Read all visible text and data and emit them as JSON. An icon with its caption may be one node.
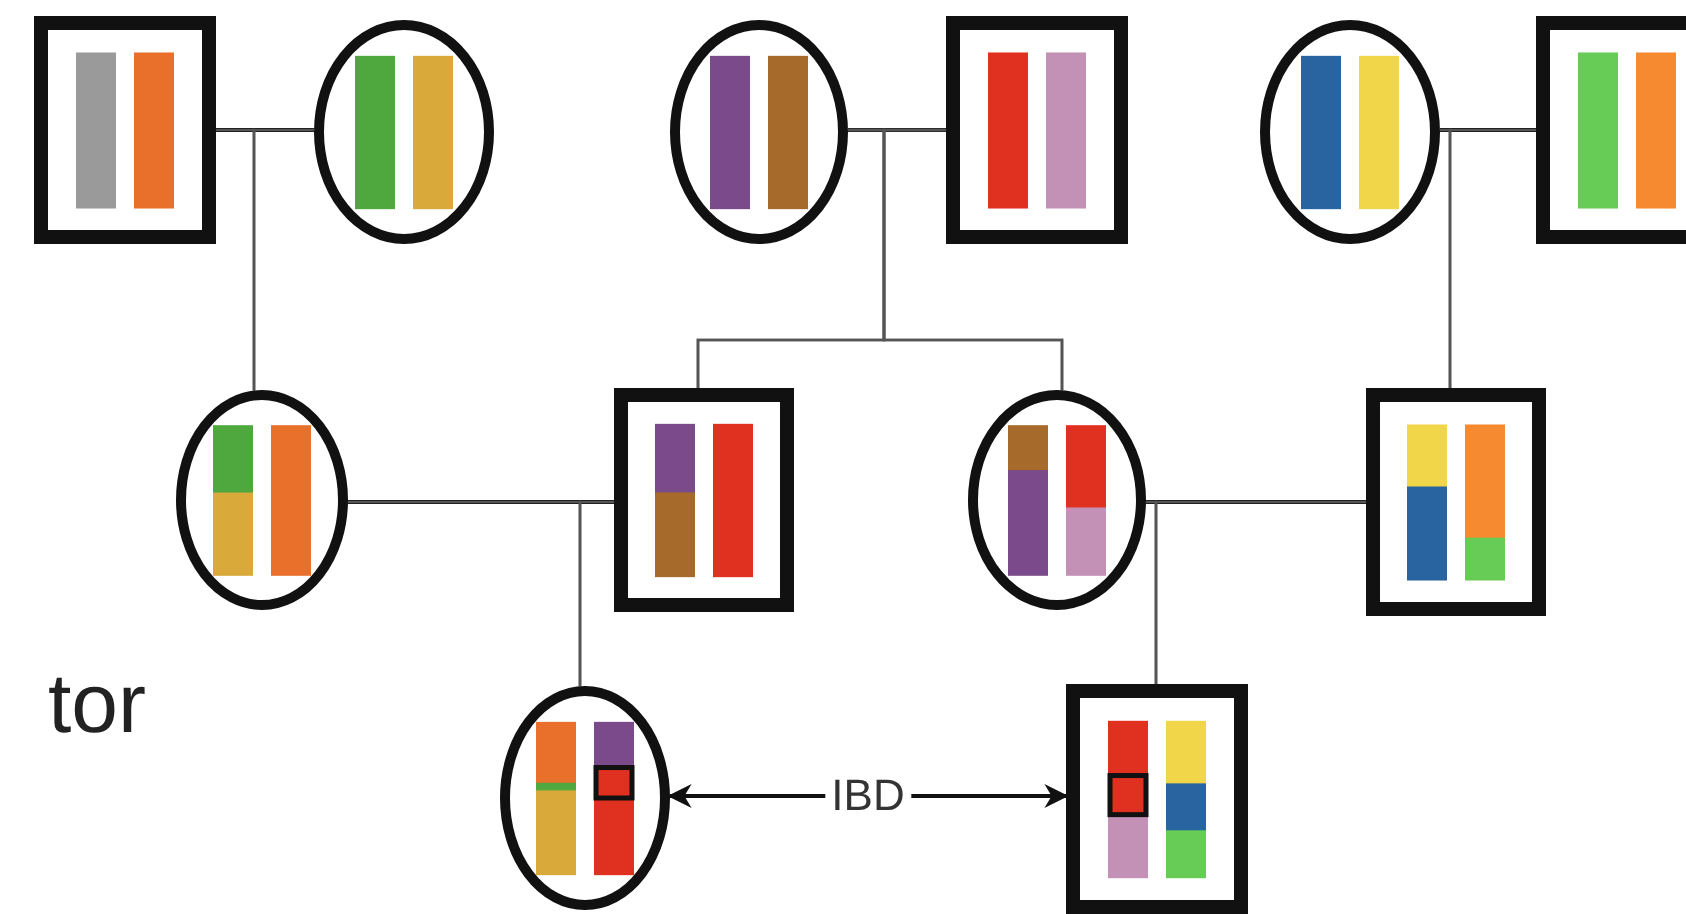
{
  "diagram": {
    "nodes": [
      {
        "text": [],
        "shape": "box"
      },
      {
        "text": [],
        "shape": "circle"
      },
      {
        "text": [],
        "shape": "circle"
      },
      {
        "text": [],
        "shape": "box"
      },
      {
        "text": [],
        "shape": "circle"
      },
      {
        "text": [],
        "shape": "box"
      },
      {
        "text": [],
        "shape": "circle"
      },
      {
        "text": [],
        "shape": "box"
      },
      {
        "text": [],
        "shape": "circle"
      },
      {
        "text": [],
        "shape": "box"
      },
      {
        "text": [],
        "shape": "circle"
      },
      {
        "text": [],
        "shape": "box"
      }
    ],
    "edges": [
      {
        "from": 0,
        "to": 1,
        "arrow": "none"
      },
      {
        "from": 0,
        "to": 6,
        "arrow": "none"
      },
      {
        "from": 1,
        "to": 6,
        "arrow": "none"
      },
      {
        "from": 2,
        "to": 3,
        "arrow": "none"
      },
      {
        "from": 2,
        "to": 7,
        "arrow": "none"
      },
      {
        "from": 3,
        "to": 7,
        "arrow": "none"
      },
      {
        "from": 2,
        "to": 8,
        "arrow": "none"
      },
      {
        "from": 3,
        "to": 8,
        "arrow": "none"
      },
      {
        "from": 4,
        "to": 5,
        "arrow": "none"
      },
      {
        "from": 4,
        "to": 9,
        "arrow": "none"
      },
      {
        "from": 5,
        "to": 9,
        "arrow": "none"
      },
      {
        "from": 6,
        "to": 7,
        "arrow": "none"
      },
      {
        "from": 6,
        "to": 10,
        "arrow": "none"
      },
      {
        "from": 7,
        "to": 10,
        "arrow": "none"
      },
      {
        "from": 8,
        "to": 9,
        "arrow": "none"
      },
      {
        "from": 8,
        "to": 11,
        "arrow": "none"
      },
      {
        "from": 9,
        "to": 11,
        "arrow": "none"
      },
      {
        "from": 10,
        "to": 11,
        "arrow": "both",
        "label": "IBD"
      }
    ],
    "labels": [
      "tor"
    ]
  }
}
